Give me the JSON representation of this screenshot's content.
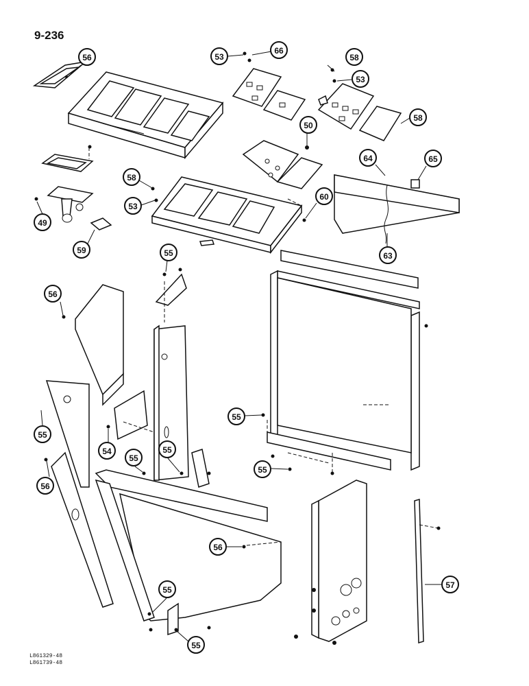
{
  "page_number": "9-236",
  "footer_codes": [
    "L861329-48",
    "L861739-48"
  ],
  "callouts": [
    {
      "id": "c1",
      "label": "56"
    },
    {
      "id": "c2",
      "label": "53"
    },
    {
      "id": "c3",
      "label": "66"
    },
    {
      "id": "c4",
      "label": "58"
    },
    {
      "id": "c5",
      "label": "53"
    },
    {
      "id": "c6",
      "label": "58"
    },
    {
      "id": "c7",
      "label": "50"
    },
    {
      "id": "c8",
      "label": "64"
    },
    {
      "id": "c9",
      "label": "65"
    },
    {
      "id": "c10",
      "label": "58"
    },
    {
      "id": "c11",
      "label": "53"
    },
    {
      "id": "c12",
      "label": "60"
    },
    {
      "id": "c13",
      "label": "49"
    },
    {
      "id": "c14",
      "label": "59"
    },
    {
      "id": "c15",
      "label": "63"
    },
    {
      "id": "c16",
      "label": "55"
    },
    {
      "id": "c17",
      "label": "56"
    },
    {
      "id": "c18",
      "label": "55"
    },
    {
      "id": "c19",
      "label": "54"
    },
    {
      "id": "c20",
      "label": "55"
    },
    {
      "id": "c21",
      "label": "55"
    },
    {
      "id": "c22",
      "label": "56"
    },
    {
      "id": "c23",
      "label": "55"
    },
    {
      "id": "c24",
      "label": "56"
    },
    {
      "id": "c25",
      "label": "57"
    },
    {
      "id": "c26",
      "label": "55"
    },
    {
      "id": "c27",
      "label": "55"
    }
  ]
}
